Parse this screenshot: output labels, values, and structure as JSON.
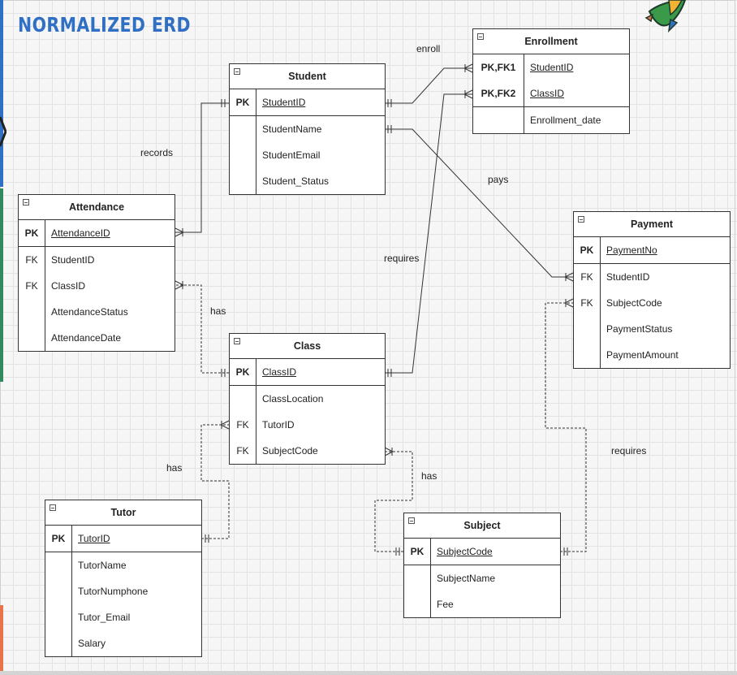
{
  "title": "NORMALIZED ERD",
  "entities": {
    "enrollment": {
      "name": "Enrollment",
      "rows": [
        {
          "key": "PK,FK1",
          "field": "StudentID"
        },
        {
          "key": "PK,FK2",
          "field": "ClassID"
        },
        {
          "key": "",
          "field": "Enrollment_date"
        }
      ]
    },
    "student": {
      "name": "Student",
      "rows": [
        {
          "key": "PK",
          "field": "StudentID"
        },
        {
          "key": "",
          "field": "StudentName"
        },
        {
          "key": "",
          "field": "StudentEmail"
        },
        {
          "key": "",
          "field": "Student_Status"
        }
      ]
    },
    "attendance": {
      "name": "Attendance",
      "rows": [
        {
          "key": "PK",
          "field": "AttendanceID"
        },
        {
          "key": "FK",
          "field": "StudentID"
        },
        {
          "key": "FK",
          "field": "ClassID"
        },
        {
          "key": "",
          "field": "AttendanceStatus"
        },
        {
          "key": "",
          "field": "AttendanceDate"
        }
      ]
    },
    "payment": {
      "name": "Payment",
      "rows": [
        {
          "key": "PK",
          "field": "PaymentNo"
        },
        {
          "key": "FK",
          "field": "StudentID"
        },
        {
          "key": "FK",
          "field": "SubjectCode"
        },
        {
          "key": "",
          "field": "PaymentStatus"
        },
        {
          "key": "",
          "field": "PaymentAmount"
        }
      ]
    },
    "class": {
      "name": "Class",
      "rows": [
        {
          "key": "PK",
          "field": "ClassID"
        },
        {
          "key": "",
          "field": "ClassLocation"
        },
        {
          "key": "FK",
          "field": "TutorID"
        },
        {
          "key": "FK",
          "field": "SubjectCode"
        }
      ]
    },
    "tutor": {
      "name": "Tutor",
      "rows": [
        {
          "key": "PK",
          "field": "TutorID"
        },
        {
          "key": "",
          "field": "TutorName"
        },
        {
          "key": "",
          "field": "TutorNumphone"
        },
        {
          "key": "",
          "field": "Tutor_Email"
        },
        {
          "key": "",
          "field": "Salary"
        }
      ]
    },
    "subject": {
      "name": "Subject",
      "rows": [
        {
          "key": "PK",
          "field": "SubjectCode"
        },
        {
          "key": "",
          "field": "SubjectName"
        },
        {
          "key": "",
          "field": "Fee"
        }
      ]
    }
  },
  "relations": {
    "enroll": "enroll",
    "records": "records",
    "pays": "pays",
    "requires_enrollment": "requires",
    "has_attendance": "has",
    "has_tutor": "has",
    "has_subject": "has",
    "requires_payment": "requires"
  }
}
